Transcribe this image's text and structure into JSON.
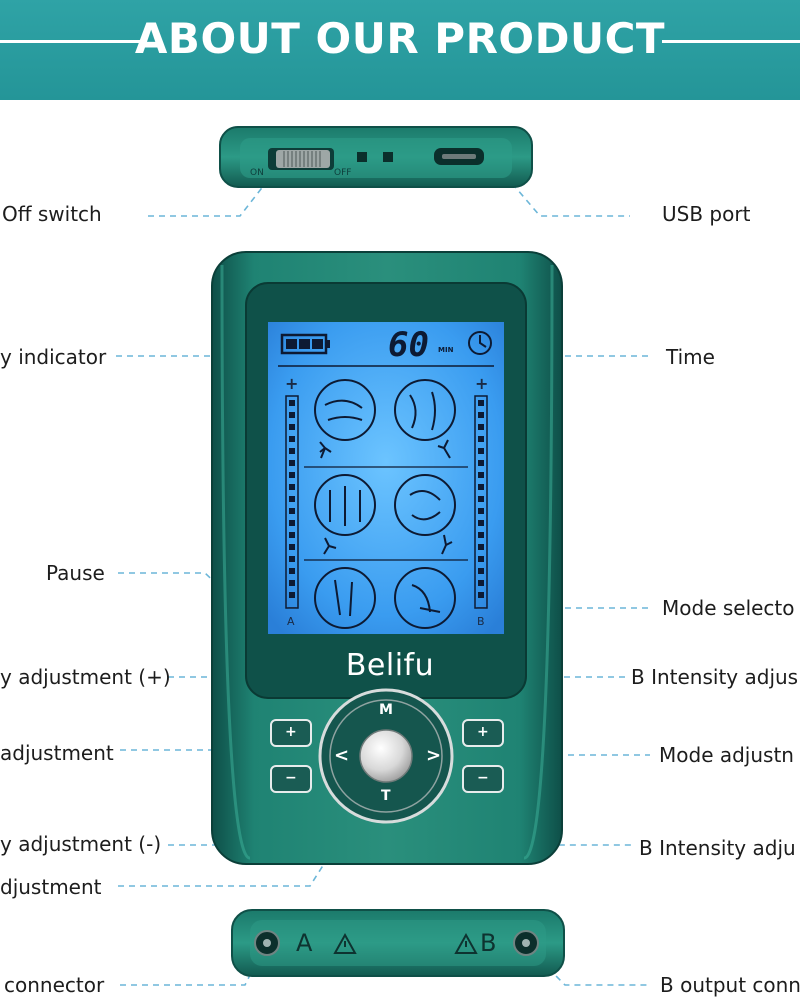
{
  "banner": {
    "title": "ABOUT OUR PRODUCT"
  },
  "brand": "Belifu",
  "screen": {
    "time_value": "60",
    "time_unit": "MIN",
    "channel_a": "A",
    "channel_b": "B",
    "plus": "+",
    "minus": "−"
  },
  "keys": {
    "mode": "M",
    "time": "T",
    "left": "<",
    "right": ">",
    "plus": "+",
    "minus": "−"
  },
  "switch": {
    "on": "ON",
    "off": "OFF"
  },
  "connectors": {
    "a": "A",
    "b": "B"
  },
  "labels": {
    "on_off_switch": "Off switch",
    "usb_port": "USB port",
    "battery_indicator": "y indicator",
    "time": "Time",
    "pause": "Pause",
    "mode_selector": "Mode selecto",
    "a_intensity_plus": "y adjustment (+)",
    "b_intensity_plus": "B Intensity adjus",
    "time_adjustment_left": "adjustment",
    "mode_adjustment": "Mode adjustn",
    "a_intensity_minus": "y adjustment (-)",
    "b_intensity_minus": "B Intensity adju",
    "time_adjustment": "djustment",
    "a_output_connector": "connector",
    "b_output_connector": "B output conn"
  },
  "colors": {
    "banner": "#249598",
    "device": "#1e7a6a",
    "screen": "#3aa4f2",
    "dash": "#6cb6d8"
  }
}
